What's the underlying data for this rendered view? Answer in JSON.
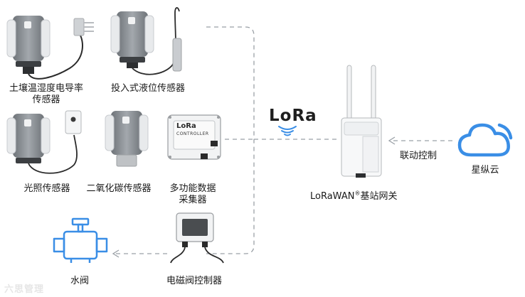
{
  "devices": {
    "soil_sensor": {
      "label_line1": "土壤温湿度电导率",
      "label_line2": "传感器"
    },
    "level_sensor": {
      "label": "投入式液位传感器"
    },
    "light_sensor": {
      "label": "光照传感器"
    },
    "co2_sensor": {
      "label": "二氧化碳传感器"
    },
    "controller": {
      "label_line1": "多功能数据",
      "label_line2": "采集器",
      "panel_title": "LoRa",
      "panel_sub": "CONTROLLER"
    },
    "valve_controller": {
      "label": "电磁阀控制器"
    },
    "water_valve": {
      "label": "水阀"
    }
  },
  "lora": {
    "logo_text": "LoRa"
  },
  "gateway": {
    "label_prefix": "LoRaWAN",
    "label_mark": "®",
    "label_suffix": "基站网关"
  },
  "link": {
    "label": "联动控制"
  },
  "cloud": {
    "label": "星纵云"
  },
  "watermark": {
    "text": "六思管理"
  },
  "colors": {
    "accent_blue": "#3a8ee6",
    "dashed": "#9aa0a6",
    "device_grey": "#8a8f94"
  }
}
